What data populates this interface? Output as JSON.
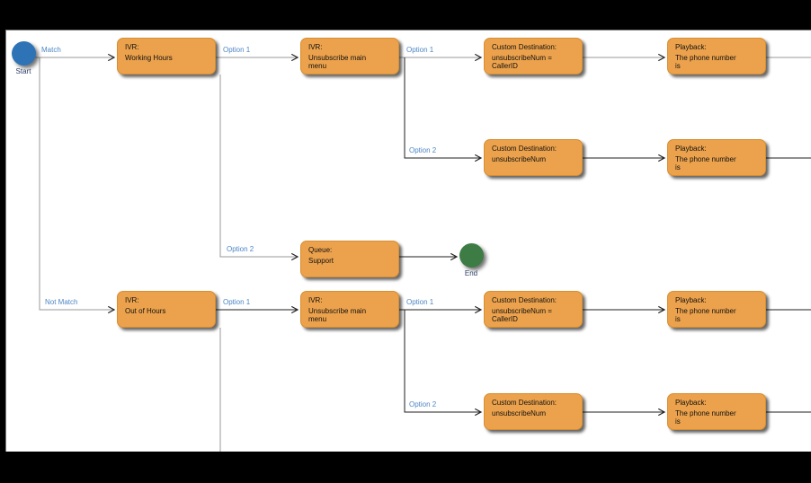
{
  "diagram_type": "call-flow",
  "colors": {
    "node_fill": "#eca24c",
    "node_border": "#d78d2f",
    "start_fill": "#2e73b5",
    "end_fill": "#3e7c45",
    "edge_gray": "#999999",
    "edge_black": "#1f1f1f",
    "edge_label_blue": "#4d86c5",
    "canvas_bg": "#ffffff",
    "frame_bg": "#000000"
  },
  "edge_labels": {
    "match": "Match",
    "not_match": "Not Match",
    "option_1": "Option 1",
    "option_2": "Option 2"
  },
  "nodes": [
    {
      "id": "start",
      "shape": "circle",
      "label": "Start"
    },
    {
      "id": "ivr-working-hours",
      "shape": "box",
      "title": "IVR:",
      "body": "Working Hours"
    },
    {
      "id": "ivr-unsubscribe-main-menu-top",
      "shape": "box",
      "title": "IVR:",
      "body": "Unsubscribe main menu"
    },
    {
      "id": "custom-destination-callerid-top",
      "shape": "box",
      "title": "Custom Destination:",
      "body": "unsubscribeNum = CallerID"
    },
    {
      "id": "playback-top-1",
      "shape": "box",
      "title": "Playback:",
      "body": "The phone number is"
    },
    {
      "id": "custom-destination-top-2",
      "shape": "box",
      "title": "Custom Destination:",
      "body": "unsubscribeNum"
    },
    {
      "id": "playback-top-2",
      "shape": "box",
      "title": "Playback:",
      "body": "The phone number is"
    },
    {
      "id": "queue-support",
      "shape": "box",
      "title": "Queue:",
      "body": "Support"
    },
    {
      "id": "end",
      "shape": "circle",
      "label": "End"
    },
    {
      "id": "ivr-out-of-hours",
      "shape": "box",
      "title": "IVR:",
      "body": "Out of Hours"
    },
    {
      "id": "ivr-unsubscribe-main-menu-bottom",
      "shape": "box",
      "title": "IVR:",
      "body": "Unsubscribe main menu"
    },
    {
      "id": "custom-destination-callerid-bottom",
      "shape": "box",
      "title": "Custom Destination:",
      "body": "unsubscribeNum = CallerID"
    },
    {
      "id": "playback-bottom-1",
      "shape": "box",
      "title": "Playback:",
      "body": "The phone number is"
    },
    {
      "id": "custom-destination-bottom-2",
      "shape": "box",
      "title": "Custom Destination:",
      "body": "unsubscribeNum"
    },
    {
      "id": "playback-bottom-2",
      "shape": "box",
      "title": "Playback:",
      "body": "The phone number is"
    }
  ],
  "edges": [
    {
      "from": "start",
      "to": "ivr-working-hours",
      "label": "Match",
      "color": "gray"
    },
    {
      "from": "ivr-working-hours",
      "to": "ivr-unsubscribe-main-menu-top",
      "label": "Option 1",
      "color": "gray"
    },
    {
      "from": "ivr-unsubscribe-main-menu-top",
      "to": "custom-destination-callerid-top",
      "label": "Option 1",
      "color": "gray"
    },
    {
      "from": "custom-destination-callerid-top",
      "to": "playback-top-1",
      "label": "",
      "color": "gray"
    },
    {
      "from": "playback-top-1",
      "to": "off-canvas-right",
      "label": "",
      "color": "gray"
    },
    {
      "from": "ivr-unsubscribe-main-menu-top",
      "to": "custom-destination-top-2",
      "label": "Option 2",
      "color": "black"
    },
    {
      "from": "custom-destination-top-2",
      "to": "playback-top-2",
      "label": "",
      "color": "black"
    },
    {
      "from": "playback-top-2",
      "to": "off-canvas-right",
      "label": "",
      "color": "black"
    },
    {
      "from": "ivr-working-hours",
      "to": "queue-support",
      "label": "Option 2",
      "color": "gray"
    },
    {
      "from": "queue-support",
      "to": "end",
      "label": "",
      "color": "black"
    },
    {
      "from": "start",
      "to": "ivr-out-of-hours",
      "label": "Not Match",
      "color": "gray"
    },
    {
      "from": "ivr-out-of-hours",
      "to": "ivr-unsubscribe-main-menu-bottom",
      "label": "Option 1",
      "color": "black"
    },
    {
      "from": "ivr-unsubscribe-main-menu-bottom",
      "to": "custom-destination-callerid-bottom",
      "label": "Option 1",
      "color": "black"
    },
    {
      "from": "custom-destination-callerid-bottom",
      "to": "playback-bottom-1",
      "label": "",
      "color": "black"
    },
    {
      "from": "playback-bottom-1",
      "to": "off-canvas-right",
      "label": "",
      "color": "black"
    },
    {
      "from": "ivr-unsubscribe-main-menu-bottom",
      "to": "custom-destination-bottom-2",
      "label": "Option 2",
      "color": "black"
    },
    {
      "from": "custom-destination-bottom-2",
      "to": "playback-bottom-2",
      "label": "",
      "color": "black"
    },
    {
      "from": "playback-bottom-2",
      "to": "off-canvas-right",
      "label": "",
      "color": "black"
    },
    {
      "from": "ivr-out-of-hours",
      "to": "off-canvas-bottom",
      "label": "",
      "color": "gray"
    }
  ]
}
